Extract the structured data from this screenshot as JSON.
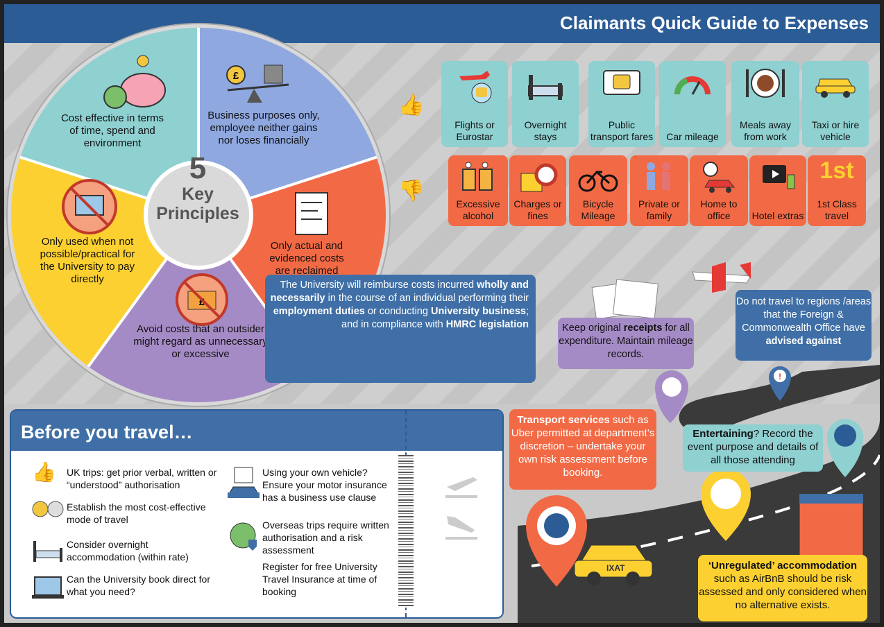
{
  "title": "Claimants Quick Guide to Expenses",
  "principles": {
    "center_number": "5",
    "center_line1": "Key",
    "center_line2": "Principles",
    "items": [
      "Cost effective in terms of time, spend and environment",
      "Business purposes only, employee neither gains nor loses financially",
      "Only actual and evidenced costs are reclaimed",
      "Avoid costs that an outsider might regard as unnecessary or excessive",
      "Only used when not possible/practical for the University to pay directly"
    ]
  },
  "allowed": [
    "Flights or Eurostar",
    "Overnight stays",
    "Public transport fares",
    "Car mileage",
    "Meals away from work",
    "Taxi or hire vehicle"
  ],
  "not_allowed": [
    "Excessive alcohol",
    "Charges or fines",
    "Bicycle Mileage",
    "Private or family",
    "Home to office",
    "Hotel extras",
    "1st Class travel"
  ],
  "first_class_big": "1st",
  "reimburse": {
    "p1": "The University will reimburse costs incurred ",
    "b1": "wholly and necessarily",
    "p2": " in the course of an individual performing their ",
    "b2": "employment duties",
    "p3": " or conducting ",
    "b3": "University business",
    "p4": "; and in compliance with ",
    "b4": "HMRC legislation"
  },
  "receipts": {
    "p1": "Keep original ",
    "b1": "receipts",
    "p2": " for all expenditure. Maintain mileage records."
  },
  "fco": {
    "p1": "Do not travel to regions /areas that the Foreign & Commonwealth Office have ",
    "b1": "advised against"
  },
  "transport": {
    "b1": "Transport services",
    "p1": " such as Uber permitted at department’s discretion – undertake your own risk assessment before booking."
  },
  "entertaining": {
    "b1": "Entertaining",
    "p1": "? Record the event purpose and details of all those attending"
  },
  "unregulated": {
    "b1": "‘Unregulated’ accommodation",
    "p1": "such as AirBnB should be risk assessed and only considered when no alternative exists."
  },
  "taxi_sign": "IXAT",
  "before": {
    "heading": "Before you travel…",
    "left": [
      "UK trips: get prior verbal, written or “understood” authorisation",
      "Establish the most cost-effective mode of travel",
      "Consider overnight accommodation (within rate)",
      "Can the University book direct for what you need?"
    ],
    "right": [
      "Using your own vehicle? Ensure your motor insurance has a business use clause",
      "Overseas trips require written authorisation and a risk assessment",
      "Register for free University Travel Insurance at time of booking"
    ]
  },
  "colors": {
    "header": "#2b5c96",
    "teal": "#8fd0d1",
    "orange": "#f26a45",
    "blue": "#8fa8e0",
    "yellow": "#fcd030",
    "purple": "#a58bc6",
    "info_blue": "#3f6fa6"
  }
}
